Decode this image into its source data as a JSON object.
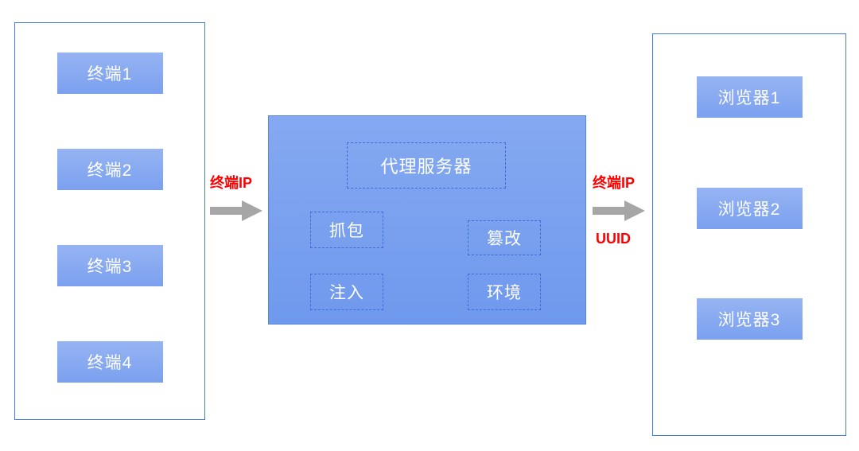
{
  "left_panel": {
    "items": [
      {
        "label": "终端1"
      },
      {
        "label": "终端2"
      },
      {
        "label": "终端3"
      },
      {
        "label": "终端4"
      }
    ]
  },
  "center_panel": {
    "title": "代理服务器",
    "modules": [
      {
        "label": "抓包"
      },
      {
        "label": "篡改"
      },
      {
        "label": "注入"
      },
      {
        "label": "环境"
      }
    ]
  },
  "right_panel": {
    "items": [
      {
        "label": "浏览器1"
      },
      {
        "label": "浏览器2"
      },
      {
        "label": "浏览器3"
      }
    ]
  },
  "flow": {
    "left_arrow_label_top": "终端IP",
    "right_arrow_label_top": "终端IP",
    "right_arrow_label_bottom": "UUID"
  },
  "colors": {
    "node_blue": "#7ba0ef",
    "panel_border_blue": "#4779e3",
    "dashed_border_blue": "#3d6bd8",
    "arrow_gray": "#a6a6a6",
    "label_red": "#ff0000"
  }
}
